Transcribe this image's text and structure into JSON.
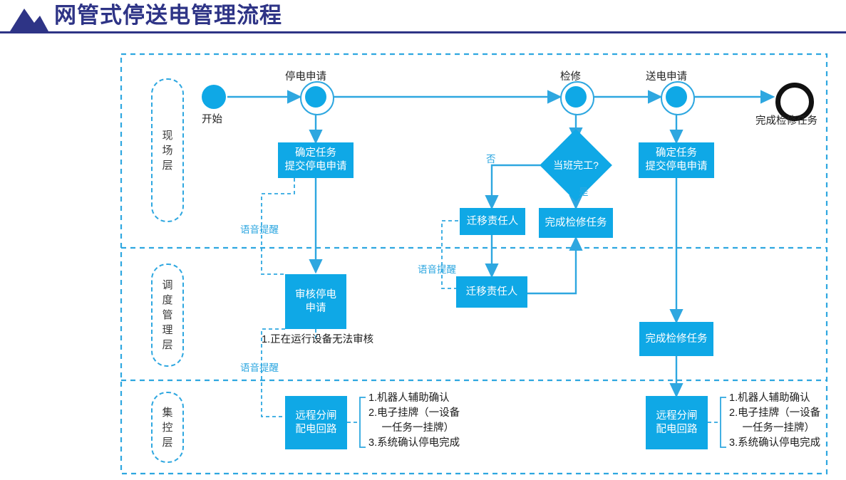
{
  "header": {
    "title": "网管式停送电管理流程",
    "icon": "mountain-icon",
    "accent_color": "#2e3486"
  },
  "palette": {
    "box_fill": "#0fa8e6",
    "line": "#2ea7e0",
    "dashed_lane": "#2ea7e0",
    "end_node": "#111111",
    "text_dark": "#222222"
  },
  "lanes": [
    {
      "id": "site",
      "label": "现场层"
    },
    {
      "id": "dispatch",
      "label": "调度管理层"
    },
    {
      "id": "central",
      "label": "集控层"
    }
  ],
  "nodes": {
    "start": {
      "label": "开始",
      "type": "start-circle"
    },
    "outage_request": {
      "label": "停电申请",
      "type": "event-circle"
    },
    "maintenance": {
      "label": "检修",
      "type": "event-circle"
    },
    "power_request": {
      "label": "送电申请",
      "type": "event-circle"
    },
    "end": {
      "label": "完成检修任务",
      "type": "end-circle"
    },
    "confirm_task_1": {
      "label": "确定任务\n提交停电申请",
      "line1": "确定任务",
      "line2": "提交停电申请"
    },
    "confirm_task_2": {
      "label": "确定任务\n提交停电申请",
      "line1": "确定任务",
      "line2": "提交停电申请"
    },
    "decision": {
      "label": "当班完工?"
    },
    "transfer_owner_site": {
      "label": "迁移责任人"
    },
    "finish_task_site": {
      "label": "完成检修任务"
    },
    "review_outage": {
      "line1": "审核停电",
      "line2": "申请"
    },
    "transfer_owner_dispatch": {
      "label": "迁移责任人"
    },
    "finish_task_dispatch": {
      "label": "完成检修任务"
    },
    "remote_switch_left": {
      "line1": "远程分闸",
      "line2": "配电回路"
    },
    "remote_switch_right": {
      "line1": "远程分闸",
      "line2": "配电回路"
    }
  },
  "edge_labels": {
    "no": "否",
    "yes": "是",
    "voice_1": "语音提醒",
    "voice_2": "语音提醒",
    "voice_3": "语音提醒"
  },
  "notes": {
    "review_note": {
      "lines": [
        "1.正在运行设备无法审核"
      ]
    },
    "remote_note_left": {
      "lines": [
        "1.机器人辅助确认",
        "2.电子挂牌（一设备",
        "　 一任务一挂牌）",
        "3.系统确认停电完成"
      ]
    },
    "remote_note_right": {
      "lines": [
        "1.机器人辅助确认",
        "2.电子挂牌（一设备",
        "　 一任务一挂牌）",
        "3.系统确认停电完成"
      ]
    }
  }
}
